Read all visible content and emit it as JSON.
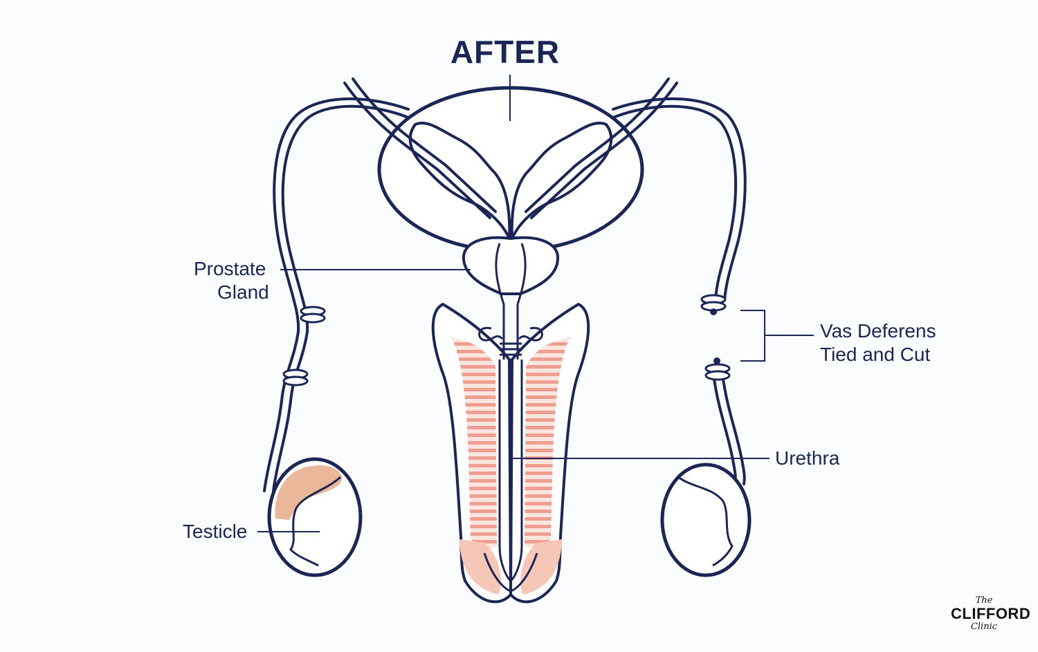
{
  "title": "AFTER",
  "labels": {
    "prostate_line1": "Prostate",
    "prostate_line2": "Gland",
    "testicle": "Testicle",
    "vas_line1": "Vas Deferens",
    "vas_line2": "Tied and Cut",
    "urethra": "Urethra"
  },
  "logo": {
    "top": "The",
    "main": "CLIFFORD",
    "bottom": "Clinic"
  },
  "colors": {
    "outline": "#1b2556",
    "tissue": "#f2a99a",
    "tissue_light": "#fbe3db",
    "testicle_fill": "#eab79a",
    "background": "#fbfcfe"
  }
}
